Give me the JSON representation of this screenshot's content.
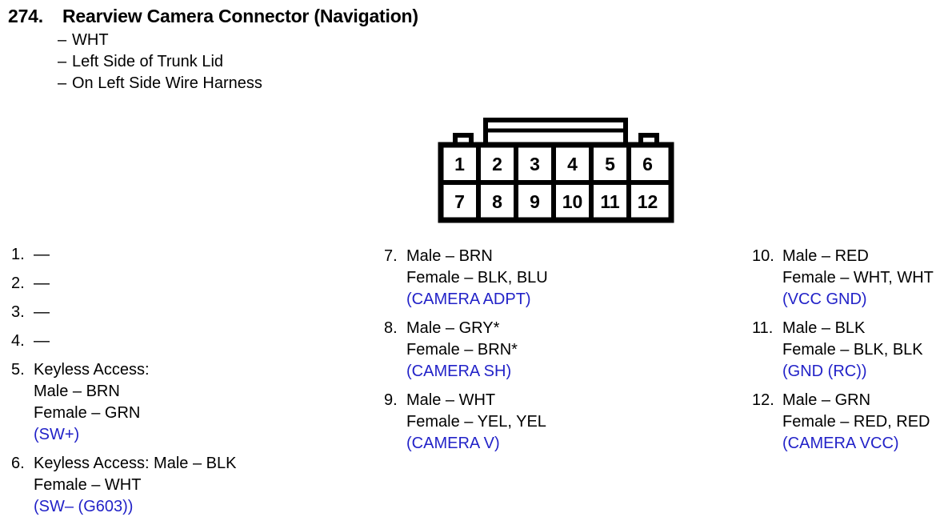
{
  "header": {
    "number": "274.",
    "title": "Rearview Camera Connector (Navigation)",
    "dash": "–",
    "subtitles": [
      "WHT",
      "Left Side of Trunk Lid",
      "On Left Side Wire Harness"
    ]
  },
  "connector": {
    "name": "12-pin-connector",
    "rows": [
      [
        "1",
        "2",
        "3",
        "4",
        "5",
        "6"
      ],
      [
        "7",
        "8",
        "9",
        "10",
        "11",
        "12"
      ]
    ],
    "outline_color": "#000000",
    "fill_color": "#ffffff"
  },
  "signal_color": "#2222c8",
  "columns": {
    "left": [
      {
        "num": "1.",
        "lines": [
          "—"
        ],
        "signal": null
      },
      {
        "num": "2.",
        "lines": [
          "—"
        ],
        "signal": null
      },
      {
        "num": "3.",
        "lines": [
          "—"
        ],
        "signal": null
      },
      {
        "num": "4.",
        "lines": [
          "—"
        ],
        "signal": null
      },
      {
        "num": "5.",
        "lines": [
          "Keyless Access:",
          "Male – BRN",
          "Female – GRN"
        ],
        "signal": "(SW+)"
      },
      {
        "num": "6.",
        "lines": [
          "Keyless Access: Male – BLK",
          "Female – WHT"
        ],
        "signal": "(SW– (G603))"
      }
    ],
    "mid": [
      {
        "num": "7.",
        "lines": [
          "Male – BRN",
          "Female – BLK, BLU"
        ],
        "signal": "(CAMERA ADPT)"
      },
      {
        "num": "8.",
        "lines": [
          "Male – GRY*",
          "Female – BRN*"
        ],
        "signal": "(CAMERA SH)"
      },
      {
        "num": "9.",
        "lines": [
          "Male – WHT",
          "Female – YEL, YEL"
        ],
        "signal": "(CAMERA V)"
      }
    ],
    "right": [
      {
        "num": "10.",
        "lines": [
          "Male – RED",
          "Female – WHT, WHT"
        ],
        "signal": "(VCC GND)"
      },
      {
        "num": "11.",
        "lines": [
          "Male – BLK",
          "Female – BLK, BLK"
        ],
        "signal": "(GND (RC))"
      },
      {
        "num": "12.",
        "lines": [
          "Male – GRN",
          "Female – RED, RED"
        ],
        "signal": "(CAMERA VCC)"
      }
    ]
  }
}
